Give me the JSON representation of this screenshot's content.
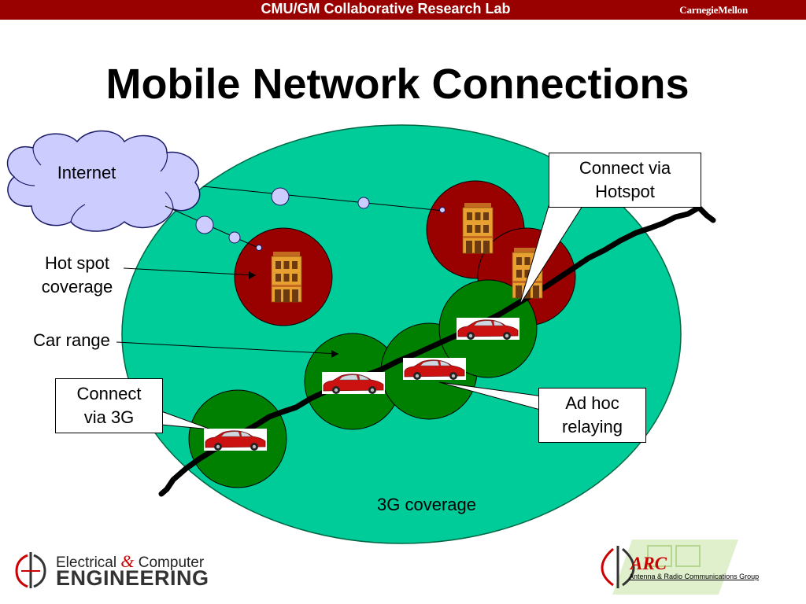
{
  "header": {
    "title": "CMU/GM Collaborative Research Lab",
    "brand": "CarnegieMellon"
  },
  "slide": {
    "title": "Mobile Network Connections"
  },
  "diagram": {
    "labels": {
      "internet": "Internet",
      "hotspot_coverage_line1": "Hot spot",
      "hotspot_coverage_line2": "coverage",
      "car_range": "Car range",
      "coverage_3g": "3G coverage"
    },
    "callouts": {
      "via_hotspot_line1": "Connect via",
      "via_hotspot_line2": "Hotspot",
      "via_3g_line1": "Connect",
      "via_3g_line2": "via 3G",
      "adhoc_line1": "Ad hoc",
      "adhoc_line2": "relaying"
    },
    "colors": {
      "coverage_3g": "#00CC99",
      "hotspot": "#990000",
      "car_range": "#008000",
      "cloud": "#CCCCFF",
      "car": "#CC1111",
      "building": "#E8A030"
    }
  },
  "footer": {
    "ece_line1": "Electrical",
    "ece_amp": "&",
    "ece_line1b": "Computer",
    "ece_line2": "ENGINEERING",
    "arc_short": "ARC",
    "arc_full": "Antenna & Radio Communications Group"
  }
}
